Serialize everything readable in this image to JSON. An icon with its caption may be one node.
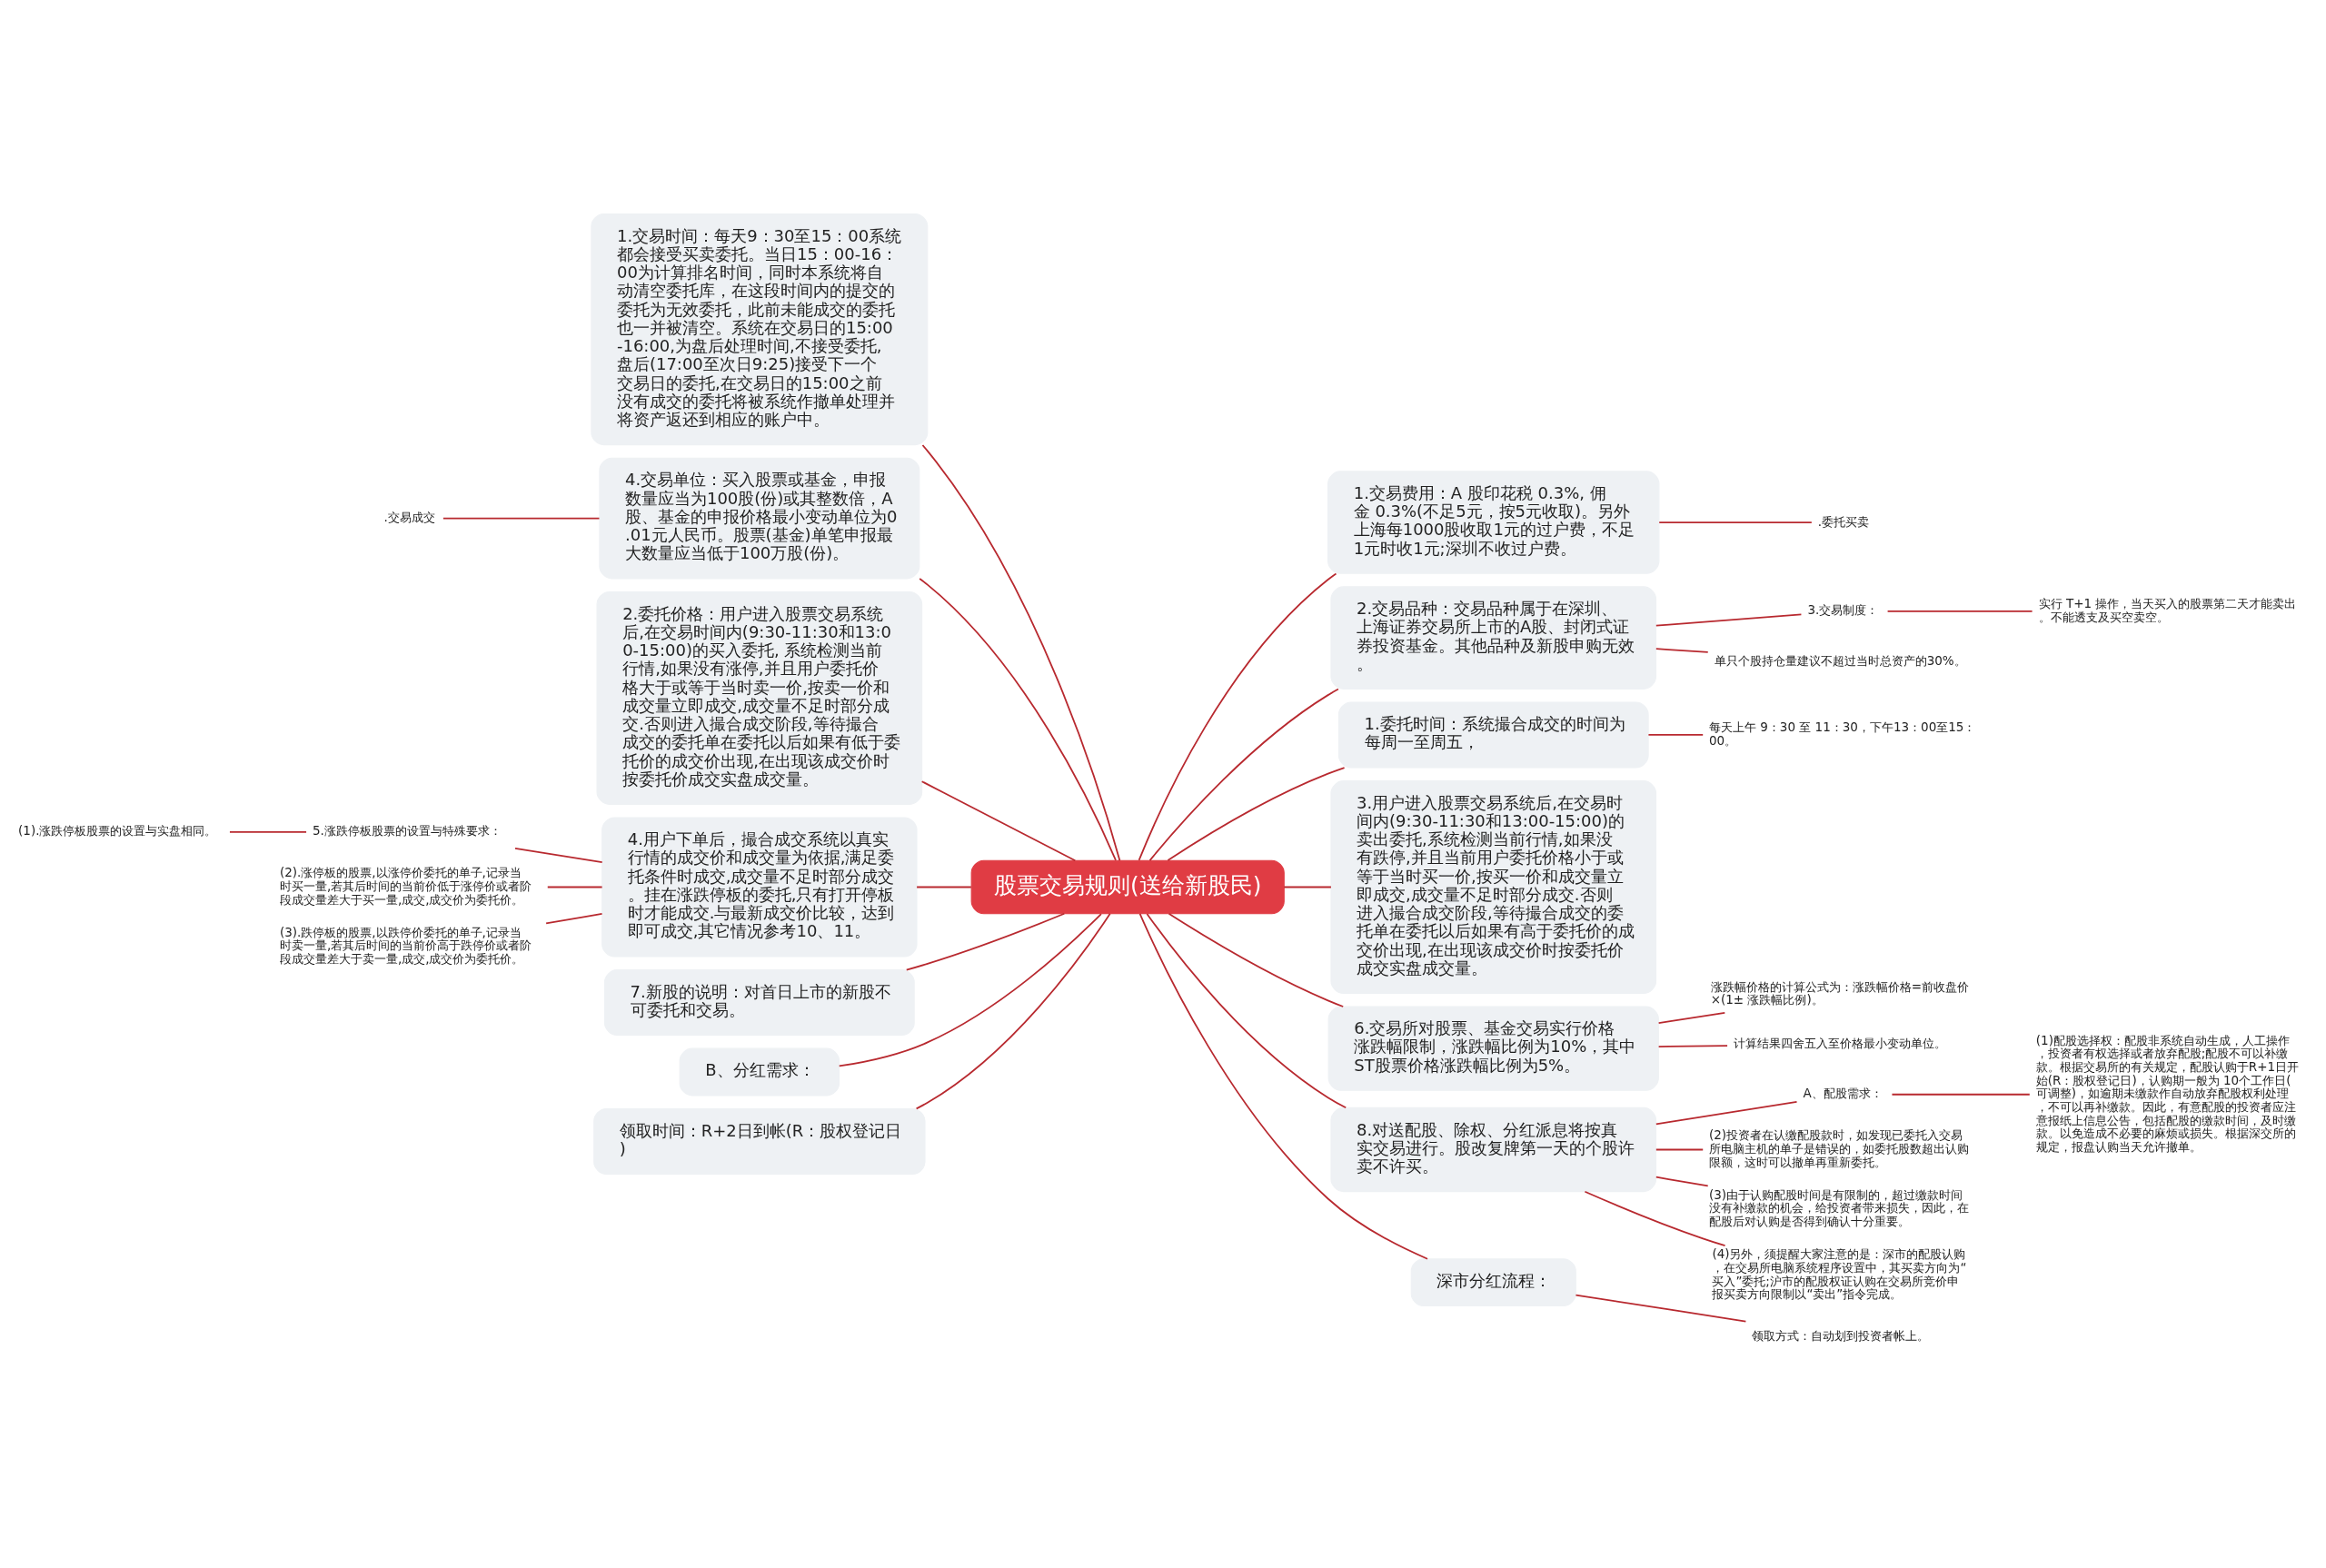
{
  "diagram": {
    "nodes": [
      {
        "text": [
          "股票交易规则(送给新股民)"
        ]
      },
      {
        "text": [
          "1.交易费用：A 股印花税 0.3%, 佣金 0.3%(不足5元，按5元收取)。另外上海每1000股收取1元的过户费，不足1元时收1元;深圳不收过户费。"
        ]
      },
      {
        "text": [
          ".委托买卖"
        ]
      },
      {
        "text": [
          "2.交易品种：交易品种属于在深圳、上海证券交易所上市的A股、封闭式证券投资基金。其他品种及新股申购无效。"
        ]
      },
      {
        "text": [
          "3.交易制度："
        ]
      },
      {
        "text": [
          "实行 T+1 操作，当天买入的股票第二天才能卖出。不能透支及买空卖空。"
        ]
      },
      {
        "text": [
          "单只个股持仓量建议不超过当时总资产的30%。"
        ]
      },
      {
        "text": [
          "1.委托时间：系统撮合成交的时间为每周一至周五，"
        ]
      },
      {
        "text": [
          "每天上午 9：30 至 11：30，下午13：00至15：00。"
        ]
      },
      {
        "text": [
          "3.用户进入股票交易系统后,在交易时间内(9:30-11:30和13:00-15:00)的卖出委托,系统检测当前行情,如果没有跌停,并且当前用户委托价格小于或等于当时买一价,按买一价和成交量立即成交,成交量不足时部分成交.否则进入撮合成交阶段,等待撮合成交的委托单在委托以后如果有高于委托价的成交价出现,在出现该成交价时按委托价成交实盘成交量。"
        ]
      },
      {
        "text": [
          "6.交易所对股票、基金交易实行价格涨跌幅限制，涨跌幅比例为10%，其中ST股票价格涨跌幅比例为5%。"
        ]
      },
      {
        "text": [
          "涨跌幅价格的计算公式为：涨跌幅价格=前收盘价×(1± 涨跌幅比例)。"
        ]
      },
      {
        "text": [
          "计算结果四舍五入至价格最小变动单位。"
        ]
      },
      {
        "text": [
          "8.对送配股、除权、分红派息将按真实交易进行。股改复牌第一天的个股许卖不许买。"
        ]
      },
      {
        "text": [
          "A、配股需求："
        ]
      },
      {
        "text": [
          "(1)配股选择权：配股非系统自动生成，人工操作，投资者有权选择或者放弃配股;配股不可以补缴款。根据交易所的有关规定，配股认购于R+1日开始(R：股权登记日)，认购期一般为 10个工作日(可调整)，如逾期未缴款作自动放弃配股权利处理，不可以再补缴款。因此，有意配股的投资者应注意报纸上信息公告，包括配股的缴款时间，及时缴款。以免造成不必要的麻烦或损失。根据深交所的规定，报盘认购当天允许撤单。"
        ]
      },
      {
        "text": [
          "(2)投资者在认缴配股款时，如发现已委托入交易所电脑主机的单子是错误的，如委托股数超出认购限额，这时可以撤单再重新委托。"
        ]
      },
      {
        "text": [
          "(3)由于认购配股时间是有限制的，超过缴款时间没有补缴款的机会，给投资者带来损失，因此，在配股后对认购是否得到确认十分重要。"
        ]
      },
      {
        "text": [
          "(4)另外，须提醒大家注意的是：深市的配股认购，在交易所电脑系统程序设置中，其买卖方向为“买入”委托;沪市的配股权证认购在交易所竞价申报买卖方向限制以“卖出”指令完成。"
        ]
      },
      {
        "text": [
          "深市分红流程："
        ]
      },
      {
        "text": [
          "领取方式：自动划到投资者帐上。"
        ]
      },
      {
        "text": [
          "1.交易时间：每天9：30至15：00系统都会接受买卖委托。当日15：00-16：00为计算排名时间，同时本系统将自动清空委托库，在这段时间内的提交的委托为无效委托，此前未能成交的委托也一并被清空。系统在交易日的15:00-16:00,为盘后处理时间,不接受委托,盘后(17:00至次日9:25)接受下一个交易日的委托,在交易日的15:00之前没有成交的委托将被系统作撤单处理并将资产返还到相应的账户中。"
        ]
      },
      {
        "text": [
          "4.交易单位：买入股票或基金，申报数量应当为100股(份)或其整数倍，A股、基金的申报价格最小变动单位为0.01元人民币。股票(基金)单笔申报最大数量应当低于100万股(份)。"
        ]
      },
      {
        "text": [
          ".交易成交"
        ]
      },
      {
        "text": [
          "2.委托价格：用户进入股票交易系统后,在交易时间内(9:30-11:30和13:00-15:00)的买入委托, 系统检测当前行情,如果没有涨停,并且用户委托价格大于或等于当时卖一价,按卖一价和成交量立即成交,成交量不足时部分成交.否则进入撮合成交阶段,等待撮合成交的委托单在委托以后如果有低于委托价的成交价出现,在出现该成交价时按委托价成交实盘成交量。"
        ]
      },
      {
        "text": [
          "4.用户下单后，撮合成交系统以真实行情的成交价和成交量为依据,满足委托条件时成交,成交量不足时部分成交。挂在涨跌停板的委托,只有打开停板时才能成交.与最新成交价比较，达到即可成交,其它情况参考10、11。"
        ]
      },
      {
        "text": [
          "5.涨跌停板股票的设置与特殊要求："
        ]
      },
      {
        "text": [
          "(1).涨跌停板股票的设置与实盘相同。"
        ]
      },
      {
        "text": [
          "(2).涨停板的股票,以涨停价委托的单子,记录当时买一量,若其后时间的当前价低于涨停价或者阶段成交量差大于买一量,成交,成交价为委托价。"
        ]
      },
      {
        "text": [
          "(3).跌停板的股票,以跌停价委托的单子,记录当时卖一量,若其后时间的当前价高于跌停价或者阶段成交量差大于卖一量,成交,成交价为委托价。"
        ]
      },
      {
        "text": [
          "7.新股的说明：对首日上市的新股不可委托和交易。"
        ]
      },
      {
        "text": [
          "B、分红需求："
        ]
      },
      {
        "text": [
          "领取时间：R+2日到帐(R：股权登记日)"
        ]
      }
    ],
    "edges": [
      {
        "from": 0,
        "to": 1,
        "arrow": "none"
      },
      {
        "from": 1,
        "to": 2,
        "arrow": "none"
      },
      {
        "from": 0,
        "to": 3,
        "arrow": "none"
      },
      {
        "from": 3,
        "to": 4,
        "arrow": "none"
      },
      {
        "from": 4,
        "to": 5,
        "arrow": "none"
      },
      {
        "from": 3,
        "to": 6,
        "arrow": "none"
      },
      {
        "from": 0,
        "to": 7,
        "arrow": "none"
      },
      {
        "from": 7,
        "to": 8,
        "arrow": "none"
      },
      {
        "from": 0,
        "to": 9,
        "arrow": "none"
      },
      {
        "from": 0,
        "to": 10,
        "arrow": "none"
      },
      {
        "from": 10,
        "to": 11,
        "arrow": "none"
      },
      {
        "from": 10,
        "to": 12,
        "arrow": "none"
      },
      {
        "from": 0,
        "to": 13,
        "arrow": "none"
      },
      {
        "from": 13,
        "to": 14,
        "arrow": "none"
      },
      {
        "from": 14,
        "to": 15,
        "arrow": "none"
      },
      {
        "from": 13,
        "to": 16,
        "arrow": "none"
      },
      {
        "from": 13,
        "to": 17,
        "arrow": "none"
      },
      {
        "from": 13,
        "to": 18,
        "arrow": "none"
      },
      {
        "from": 0,
        "to": 19,
        "arrow": "none"
      },
      {
        "from": 19,
        "to": 20,
        "arrow": "none"
      },
      {
        "from": 0,
        "to": 21,
        "arrow": "none"
      },
      {
        "from": 0,
        "to": 22,
        "arrow": "none"
      },
      {
        "from": 22,
        "to": 23,
        "arrow": "none"
      },
      {
        "from": 0,
        "to": 24,
        "arrow": "none"
      },
      {
        "from": 0,
        "to": 25,
        "arrow": "none"
      },
      {
        "from": 25,
        "to": 26,
        "arrow": "none"
      },
      {
        "from": 26,
        "to": 27,
        "arrow": "none"
      },
      {
        "from": 25,
        "to": 28,
        "arrow": "none"
      },
      {
        "from": 25,
        "to": 29,
        "arrow": "none"
      },
      {
        "from": 0,
        "to": 30,
        "arrow": "none"
      },
      {
        "from": 0,
        "to": 31,
        "arrow": "none"
      },
      {
        "from": 0,
        "to": 32,
        "arrow": "none"
      }
    ]
  }
}
